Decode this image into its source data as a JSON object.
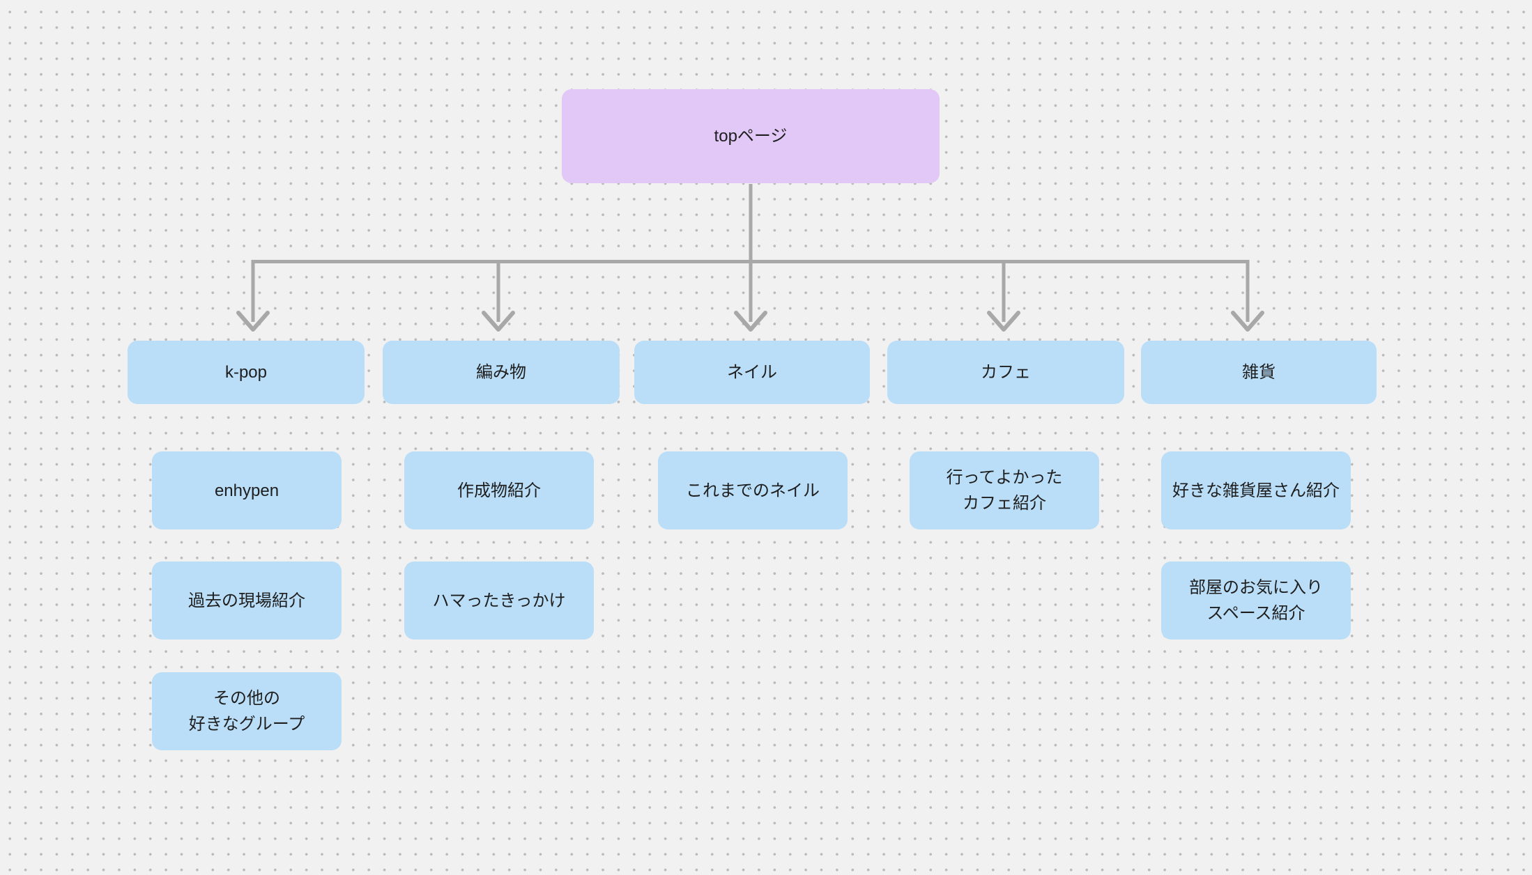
{
  "diagram": {
    "root": {
      "label": "topページ"
    },
    "level1": [
      {
        "label": "k-pop"
      },
      {
        "label": "編み物"
      },
      {
        "label": "ネイル"
      },
      {
        "label": "カフェ"
      },
      {
        "label": "雑貨"
      }
    ],
    "level2": [
      {
        "parent": "k-pop",
        "label": "enhypen"
      },
      {
        "parent": "k-pop",
        "label": "過去の現場紹介"
      },
      {
        "parent": "k-pop",
        "label": "その他の\n好きなグループ"
      },
      {
        "parent": "編み物",
        "label": "作成物紹介"
      },
      {
        "parent": "編み物",
        "label": "ハマったきっかけ"
      },
      {
        "parent": "ネイル",
        "label": "これまでのネイル"
      },
      {
        "parent": "カフェ",
        "label": "行ってよかった\nカフェ紹介"
      },
      {
        "parent": "雑貨",
        "label": "好きな雑貨屋さん紹介"
      },
      {
        "parent": "雑貨",
        "label": "部屋のお気に入り\nスペース紹介"
      }
    ],
    "colors": {
      "root_fill": "#e2c8f7",
      "node_fill": "#badef8",
      "connector": "#a8a8a8",
      "text": "#1e1e1e",
      "canvas_background": "#f1f1f2",
      "grid_dot": "#b9b9b9"
    }
  }
}
